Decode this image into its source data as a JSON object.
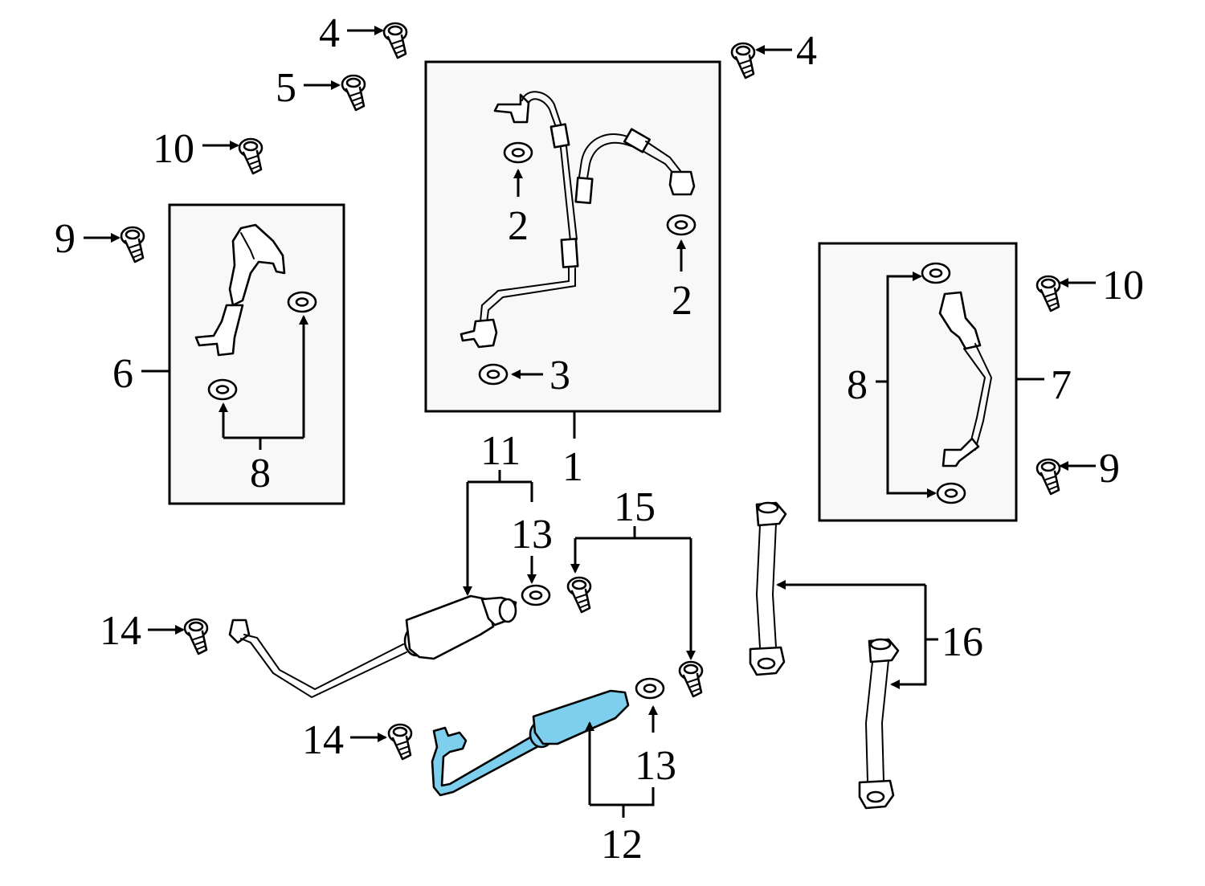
{
  "callouts": {
    "c1": "1",
    "c2a": "2",
    "c2b": "2",
    "c3": "3",
    "c4a": "4",
    "c4b": "4",
    "c5": "5",
    "c6": "6",
    "c7": "7",
    "c8a": "8",
    "c8b": "8",
    "c9a": "9",
    "c9b": "9",
    "c10a": "10",
    "c10b": "10",
    "c11": "11",
    "c12": "12",
    "c13a": "13",
    "c13b": "13",
    "c14a": "14",
    "c14b": "14",
    "c15": "15",
    "c16": "16"
  },
  "colors": {
    "highlight": "#7ecfee",
    "box_fill": "#f8f8f8",
    "ink": "#000000"
  }
}
